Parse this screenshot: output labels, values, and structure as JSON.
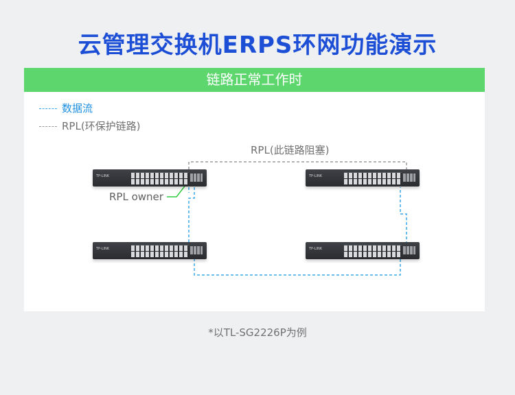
{
  "title": "云管理交换机ERPS环网功能演示",
  "banner": "链路正常工作时",
  "legend": {
    "data_flow": "数据流",
    "rpl": "RPL(环保护链路)"
  },
  "labels": {
    "rpl_blocked": "RPL(此链路阻塞)",
    "rpl_owner": "RPL owner"
  },
  "switch_brand": "TP-LINK",
  "caption": "*以TL-SG2226P为例",
  "colors": {
    "title": "#1d4fd6",
    "banner": "#5cd66d",
    "data_flow": "#39a9ea",
    "rpl_link": "#9a9a9a",
    "owner_marker": "#2ecc40"
  }
}
